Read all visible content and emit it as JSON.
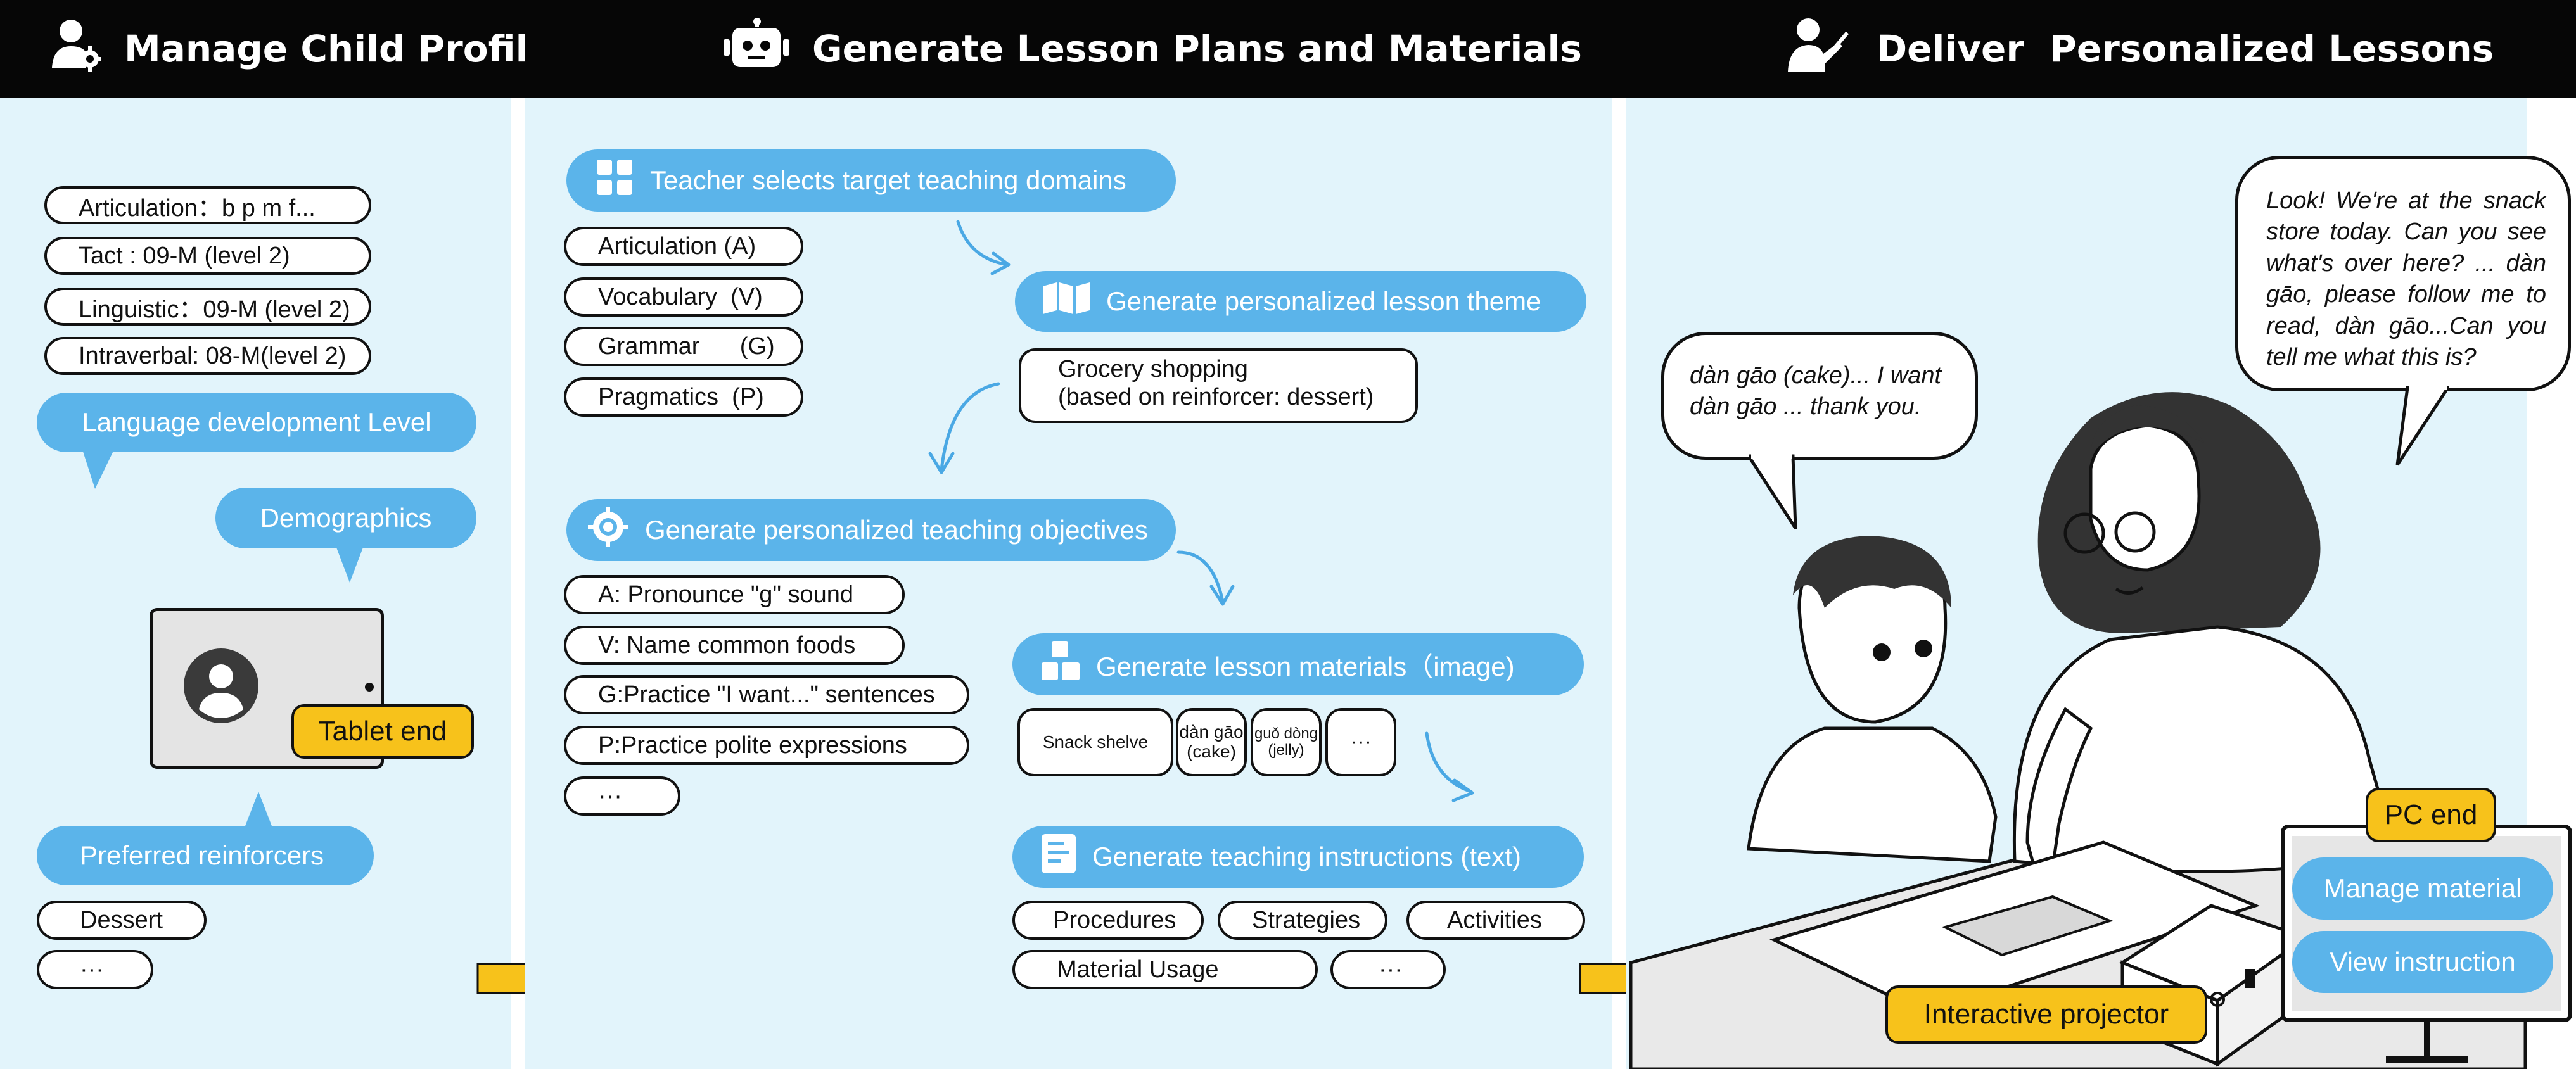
{
  "colors": {
    "panel_bg": "#e2f4fb",
    "header_bg": "#060606",
    "accent_blue": "#5bb4ea",
    "accent_yellow": "#f7c21b",
    "arrow_blue": "#4aa8e4"
  },
  "panel1": {
    "title": "Manage Child Profile",
    "icon": "user-gear-icon",
    "levels": [
      "Articulation：b p m f...",
      "Tact : 09-M (level 2)",
      "Linguistic：09-M (level 2)",
      "Intraverbal: 08-M(level 2)"
    ],
    "language_level_label": "Language development Level",
    "demographics_label": "Demographics",
    "tablet_label": "Tablet end",
    "reinforcers_label": "Preferred reinforcers",
    "reinforcers": [
      "Dessert",
      "···"
    ]
  },
  "panel2": {
    "title": "Generate Lesson Plans and Materials",
    "icon": "robot-icon",
    "step_domains": "Teacher selects target teaching domains",
    "domains": [
      "Articulation (A)",
      "Vocabulary  (V)",
      "Grammar      (G)",
      "Pragmatics  (P)"
    ],
    "step_theme": "Generate personalized lesson theme",
    "theme_line1": "Grocery shopping",
    "theme_line2": "(based on reinforcer: dessert)",
    "step_objectives": "Generate personalized teaching objectives",
    "objectives": [
      "A: Pronounce \"g\" sound",
      "V: Name common foods",
      "G:Practice \"I want...\" sentences",
      "P:Practice polite expressions",
      "···"
    ],
    "step_materials": "Generate lesson materials（image)",
    "materials": [
      {
        "line1": "Snack shelve",
        "line2": ""
      },
      {
        "line1": "dàn gāo",
        "line2": "(cake)"
      },
      {
        "line1": "guǒ dòng",
        "line2": "(jelly)"
      },
      {
        "line1": "···",
        "line2": ""
      }
    ],
    "step_instructions": "Generate teaching instructions (text)",
    "instructions": [
      "Procedures",
      "Strategies",
      "Activities",
      "Material Usage",
      "···"
    ]
  },
  "panel3": {
    "title": "Deliver  Personalized Lessons",
    "icon": "teacher-icon",
    "child_speech": "dàn gāo (cake)... I want dàn gāo ... thank you.",
    "teacher_speech": "Look! We're at the snack store today. Can you see what's over here? ... dàn gāo, please follow me to read, dàn gāo...Can you tell me what this is?",
    "pc_label": "PC end",
    "pc_buttons": [
      "Manage material",
      "View instruction"
    ],
    "projector_label": "Interactive projector"
  }
}
